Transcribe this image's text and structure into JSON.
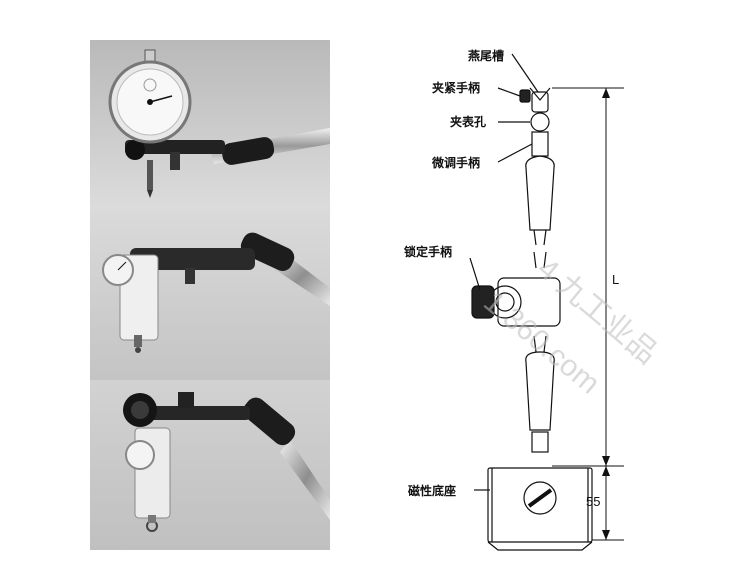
{
  "labels": {
    "dovetail_slot": "燕尾槽",
    "clamp_handle": "夹紧手柄",
    "gauge_hole": "夹表孔",
    "fine_adjust_handle": "微调手柄",
    "lock_handle": "锁定手柄",
    "magnetic_base": "磁性底座"
  },
  "dimensions": {
    "total_length": "L",
    "base_height": "55"
  },
  "watermark": {
    "text": "4 九工业品",
    "url": "1.360.com"
  },
  "colors": {
    "photo_bg": "#c9c9c9",
    "line": "#111111",
    "watermark": "#bcbcbc"
  },
  "icons": [
    "dial-indicator-icon",
    "lever-indicator-icon",
    "magnetic-holder-icon"
  ]
}
